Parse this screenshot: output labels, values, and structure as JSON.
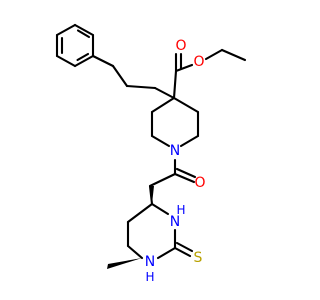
{
  "molecule": {
    "atoms": {
      "ester_carbonyl_oxygen": "O",
      "ester_ether_oxygen": "O",
      "piperidine_nitrogen": "N",
      "amide_oxygen": "O",
      "ring_nh_upper": "N",
      "ring_nh_upper_h": "H",
      "ring_nh_lower": "N",
      "ring_nh_lower_h": "H",
      "thione_sulfur": "S"
    },
    "colors": {
      "bond": "#000000",
      "oxygen": "#ff0000",
      "nitrogen": "#0000ff",
      "sulfur": "#b8a100"
    }
  }
}
